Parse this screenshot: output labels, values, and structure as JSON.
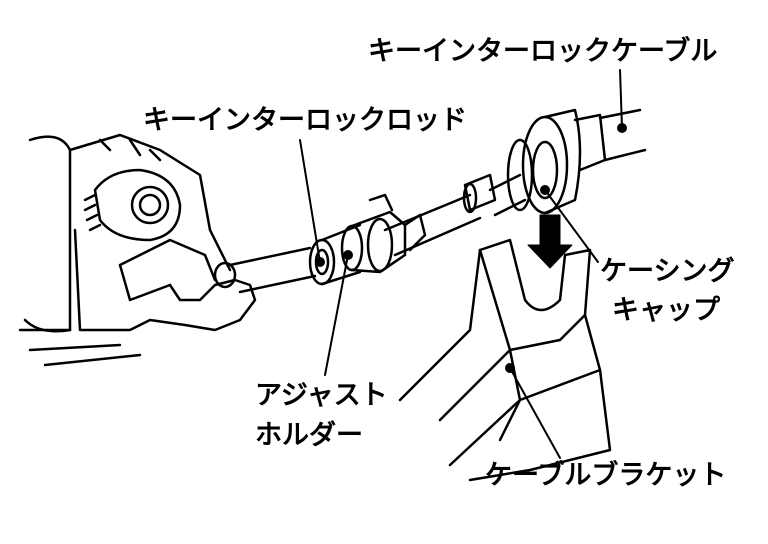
{
  "labels": {
    "key_interlock_cable": "キーインターロックケーブル",
    "key_interlock_rod": "キーインターロックロッド",
    "casing_cap_line1": "ケーシング",
    "casing_cap_line2": "キャップ",
    "adjust_holder_line1": "アジャスト",
    "adjust_holder_line2": "ホルダー",
    "cable_bracket": "ケーブルブラケット"
  },
  "colors": {
    "line": "#000000",
    "background": "#ffffff"
  }
}
